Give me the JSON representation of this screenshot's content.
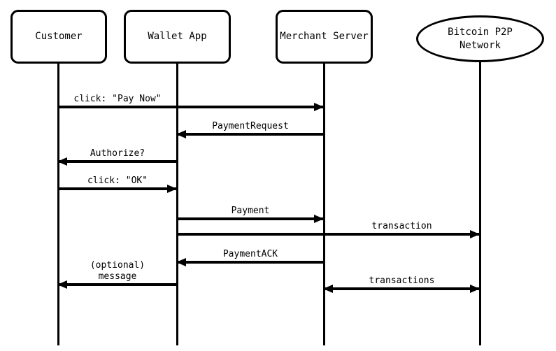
{
  "diagram": {
    "type": "sequence-diagram",
    "background_color": "#ffffff",
    "line_color": "#000000",
    "participants": [
      {
        "id": "customer",
        "label": "Customer",
        "shape": "rounded-rect"
      },
      {
        "id": "wallet-app",
        "label": "Wallet App",
        "shape": "rounded-rect"
      },
      {
        "id": "merchant-server",
        "label": "Merchant Server",
        "shape": "rounded-rect"
      },
      {
        "id": "bitcoin-network",
        "label": "Bitcoin P2P\nNetwork",
        "shape": "ellipse"
      }
    ],
    "messages": [
      {
        "id": "click-pay-now",
        "label": "click: \"Pay Now\"",
        "from": "customer",
        "to": "merchant-server",
        "direction": "right"
      },
      {
        "id": "payment-request",
        "label": "PaymentRequest",
        "from": "merchant-server",
        "to": "wallet-app",
        "direction": "left"
      },
      {
        "id": "authorize",
        "label": "Authorize?",
        "from": "wallet-app",
        "to": "customer",
        "direction": "left"
      },
      {
        "id": "click-ok",
        "label": "click: \"OK\"",
        "from": "customer",
        "to": "wallet-app",
        "direction": "right"
      },
      {
        "id": "payment",
        "label": "Payment",
        "from": "wallet-app",
        "to": "merchant-server",
        "direction": "right"
      },
      {
        "id": "transaction",
        "label": "transaction",
        "from": "wallet-app",
        "to": "bitcoin-network",
        "direction": "right"
      },
      {
        "id": "payment-ack",
        "label": "PaymentACK",
        "from": "merchant-server",
        "to": "wallet-app",
        "direction": "left"
      },
      {
        "id": "optional-message",
        "label": "(optional)\nmessage",
        "from": "wallet-app",
        "to": "customer",
        "direction": "left"
      },
      {
        "id": "transactions",
        "label": "transactions",
        "from": "merchant-server",
        "to": "bitcoin-network",
        "direction": "both"
      }
    ]
  }
}
